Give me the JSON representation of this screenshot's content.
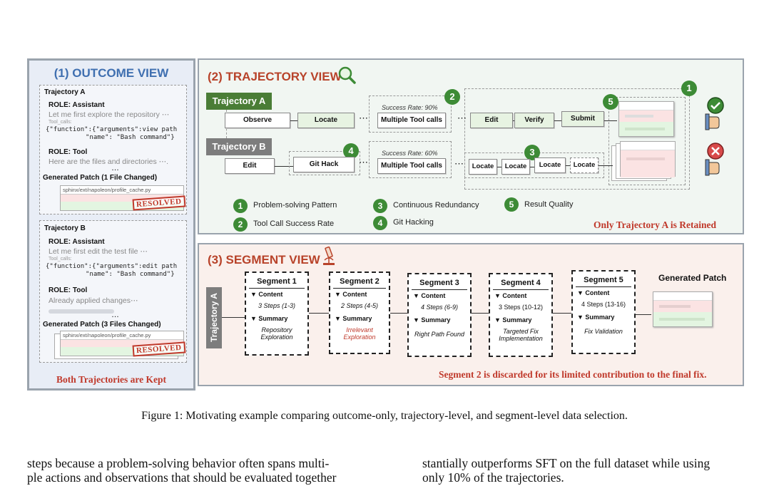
{
  "outcome_view": {
    "title": "(1) OUTCOME VIEW",
    "traj_a": {
      "label": "Trajectory A",
      "role1": "ROLE: Assistant",
      "msg1": "Let me first explore the repository ⋯",
      "tool_calls": "Tool_calls:",
      "code1": "{\"function\":{\"arguments\":view path",
      "code2": "\"name\": \"Bash command\"}",
      "role2": "ROLE: Tool",
      "msg2": "Here are the files and directories ⋯.",
      "ellipsis": "…",
      "patch_label": "Generated Patch (1 File Changed)",
      "patch_file": "sphinx/ext/napoleon/profile_cache.py",
      "stamp": "RESOLVED"
    },
    "traj_b": {
      "label": "Trajectory B",
      "role1": "ROLE: Assistant",
      "msg1": "Let me first edit the test file  ⋯",
      "tool_calls": "Tool_calls:",
      "code1": "{\"function\":{\"arguments\":edit path",
      "code2": "\"name\": \"Bash command\"}",
      "role2": "ROLE: Tool",
      "msg2": "Already applied changes⋯",
      "ellipsis": "…",
      "patch_label": "Generated Patch (3 Files Changed)",
      "patch_file": "sphinx/ext/napoleon/profile_cache.py",
      "stamp": "RESOLVED"
    },
    "footer": "Both Trajectories are Kept"
  },
  "trajectory_view": {
    "title": "(2) TRAJECTORY VIEW",
    "traj_a_label": "Trajectory A",
    "traj_b_label": "Trajectory B",
    "a_nodes": [
      "Observe",
      "Locate",
      "Multiple Tool calls",
      "Edit",
      "Verify",
      "Submit"
    ],
    "b_nodes": [
      "Edit",
      "Git Hack",
      "Multiple Tool calls",
      "Locate",
      "Locate",
      "Locate",
      "Locate"
    ],
    "a_success": "Success Rate: 90%",
    "b_success": "Success Rate: 60%",
    "dots": "⋯",
    "badges": [
      "1",
      "2",
      "3",
      "4",
      "5"
    ],
    "legend": [
      {
        "num": "1",
        "text": "Problem-solving Pattern"
      },
      {
        "num": "2",
        "text": "Tool Call Success Rate"
      },
      {
        "num": "3",
        "text": "Continuous Redundancy"
      },
      {
        "num": "4",
        "text": "Git Hacking"
      },
      {
        "num": "5",
        "text": "Result Quality"
      }
    ],
    "footer": "Only Trajectory A is Retained"
  },
  "segment_view": {
    "title": "(3) SEGMENT VIEW",
    "side_label": "Trajectory A",
    "content_label": "▼ Content",
    "summary_label": "▼ Summary",
    "segments": [
      {
        "title": "Segment 1",
        "steps": "3 Steps (1-3)",
        "summary": "Repository Exploration"
      },
      {
        "title": "Segment 2",
        "steps": "2 Steps (4-5)",
        "summary": "Irrelevant Exploration"
      },
      {
        "title": "Segment 3",
        "steps": "4 Steps (6-9)",
        "summary": "Right Path Found"
      },
      {
        "title": "Segment 4",
        "steps": "3 Steps (10-12)",
        "summary": "Targeted Fix Implementation"
      },
      {
        "title": "Segment 5",
        "steps": "4 Steps (13-16)",
        "summary": "Fix Validation"
      }
    ],
    "patch_title": "Generated Patch",
    "footer": "Segment 2 is discarded for its limited contribution to the final fix."
  },
  "caption": "Figure 1: Motivating example comparing outcome-only, trajectory-level, and segment-level data selection.",
  "body": {
    "left_line1": "steps because a problem-solving behavior often spans multi-",
    "left_line2": "ple actions and observations that should be evaluated together",
    "right_line1": "stantially outperforms SFT on the full dataset while using",
    "right_line2": "only 10% of the trajectories."
  },
  "colors": {
    "accent_blue": "#3f6fb0",
    "accent_red": "#c0392b",
    "title_orange": "#b8432a",
    "green_badge": "#3d8b36"
  },
  "icons": [
    "magnifier-icon",
    "microscope-icon",
    "thumbs-up-icon",
    "thumbs-down-icon",
    "check-icon",
    "cross-icon"
  ]
}
